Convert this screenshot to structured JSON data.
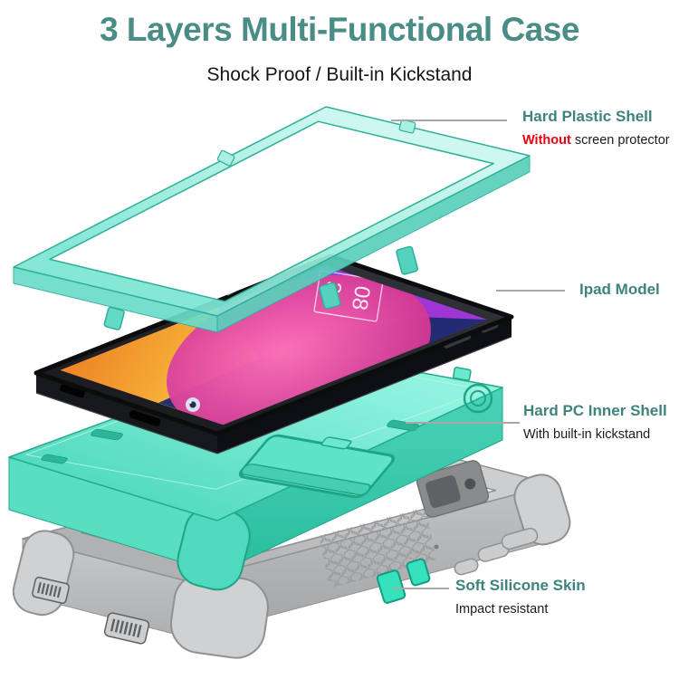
{
  "title": {
    "text": "3 Layers Multi-Functional Case",
    "color": "#4A8C86"
  },
  "subtitle": {
    "text": "Shock Proof / Built-in Kickstand"
  },
  "callouts": {
    "shell": {
      "label": "Hard Plastic Shell",
      "note_highlight": "Without",
      "note_rest": "screen protector"
    },
    "tablet": {
      "label": "Ipad Model"
    },
    "inner_shell": {
      "label": "Hard PC Inner Shell",
      "note": "With built-in kickstand"
    },
    "skin": {
      "label": "Soft Silicone Skin",
      "note": "Impact resistant"
    }
  },
  "tablet_screen": {
    "clock_hours": "08",
    "clock_minutes": "30"
  },
  "colors": {
    "title_teal": "#4A8C86",
    "accent_teal": "#3F837D",
    "highlight_red": "#E60012",
    "shell_teal": "#7FE5D4",
    "inner_mint": "#55DCC0",
    "skin_gray": "#BFC0C2",
    "leader_line": "#A8A8A8"
  }
}
